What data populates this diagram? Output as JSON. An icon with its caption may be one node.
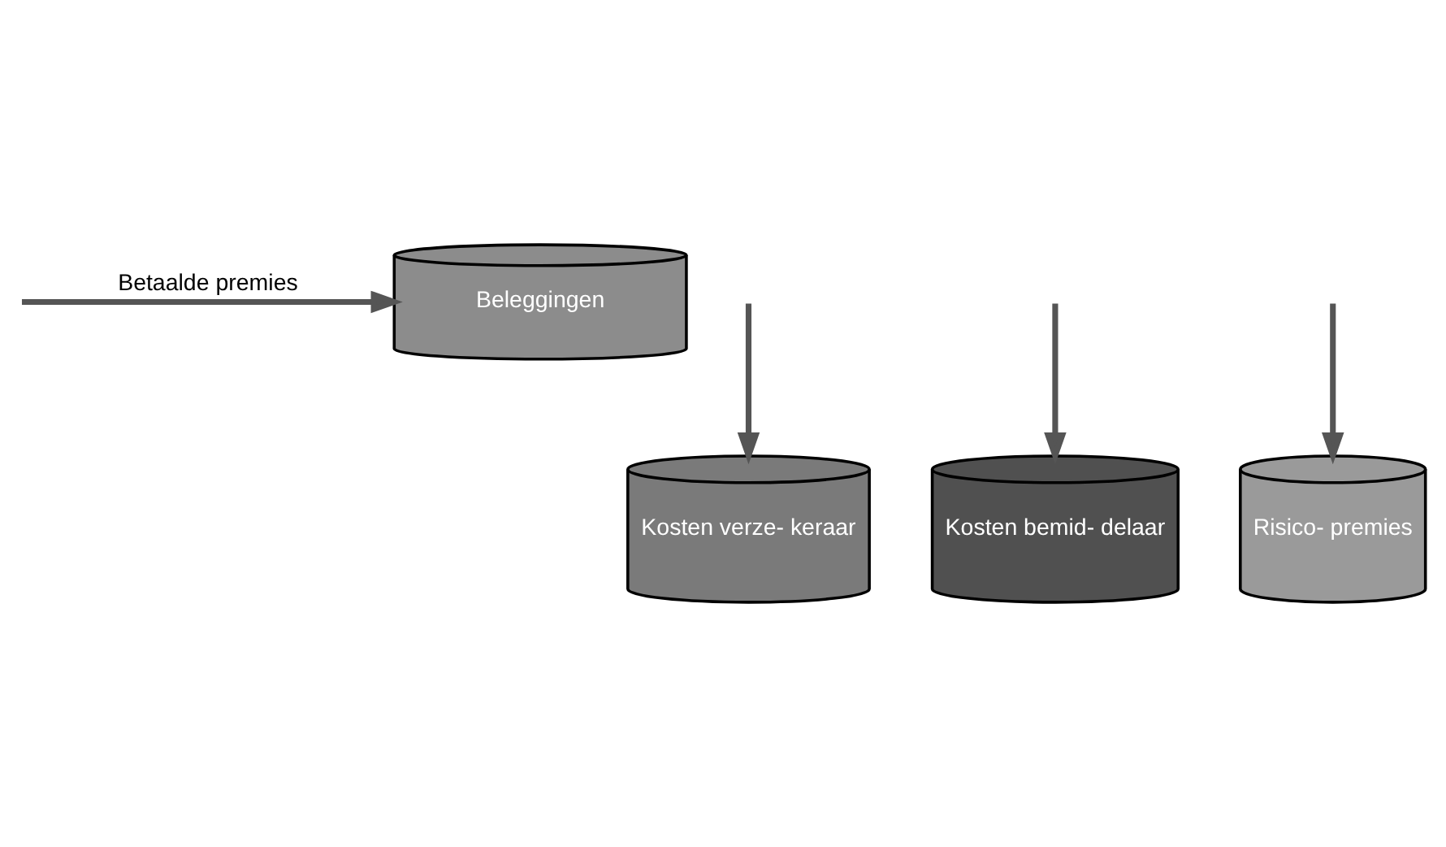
{
  "diagram": {
    "nodes": [
      {
        "text": [
          "Beleggingen"
        ]
      },
      {
        "text": [
          "Kosten verze- keraar"
        ]
      },
      {
        "text": [
          "Kosten bemid- delaar"
        ]
      },
      {
        "text": [
          "Risico- premies"
        ]
      }
    ],
    "edges": [
      {
        "from": null,
        "to": 0,
        "arrow": "to",
        "label": "Betaalde premies"
      },
      {
        "from": null,
        "to": 1,
        "arrow": "to"
      },
      {
        "from": null,
        "to": 2,
        "arrow": "to"
      },
      {
        "from": null,
        "to": 3,
        "arrow": "to"
      }
    ]
  }
}
